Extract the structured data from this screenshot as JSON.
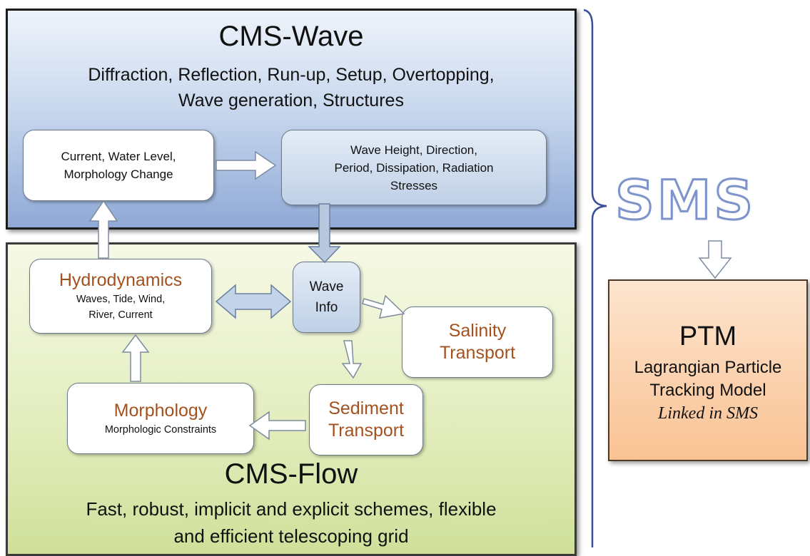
{
  "wave_panel": {
    "title": "CMS-Wave",
    "desc_line1": "Diffraction, Reflection, Run-up, Setup, Overtopping,",
    "desc_line2": "Wave generation, Structures",
    "box_current": {
      "line1": "Current, Water Level,",
      "line2": "Morphology Change"
    },
    "box_waveheight": {
      "line1": "Wave Height, Direction,",
      "line2": "Period, Dissipation, Radiation",
      "line3": "Stresses"
    }
  },
  "flow_panel": {
    "title": "CMS-Flow",
    "desc_line1": "Fast, robust, implicit and explicit schemes, flexible",
    "desc_line2": "and efficient telescoping grid",
    "hydro": {
      "head": "Hydrodynamics",
      "line1": "Waves, Tide, Wind,",
      "line2": "River, Current"
    },
    "waveinfo": {
      "line1": "Wave",
      "line2": "Info"
    },
    "salinity": {
      "line1": "Salinity",
      "line2": "Transport"
    },
    "sediment": {
      "line1": "Sediment",
      "line2": "Transport"
    },
    "morphology": {
      "head": "Morphology",
      "sub": "Morphologic Constraints"
    }
  },
  "sms": {
    "logo": "SMS"
  },
  "ptm": {
    "title": "PTM",
    "line1": "Lagrangian Particle",
    "line2": "Tracking Model",
    "linked": "Linked in SMS"
  },
  "colors": {
    "heading_brown": "#a3521f",
    "wave_panel_blue": "#8fa9d6",
    "flow_panel_green": "#cfe09a",
    "ptm_orange": "#f9c293",
    "sms_outline": "#7d93c9",
    "bracket": "#3a4d9a"
  }
}
